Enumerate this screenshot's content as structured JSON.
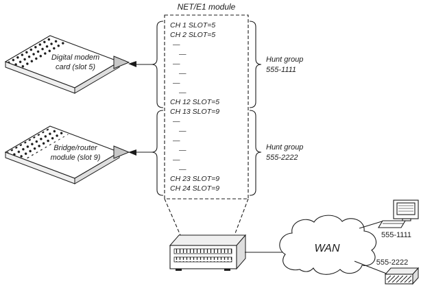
{
  "palette": {
    "ink": "#1a1a1a",
    "paper": "#ffffff"
  },
  "title": "NET/E1 module",
  "module_box": {
    "rows": [
      "CH 1 SLOT=5",
      "CH 2 SLOT=5",
      "—",
      "—",
      "—",
      "—",
      "—",
      "—",
      "CH 12 SLOT=5",
      "CH 13 SLOT=9",
      "—",
      "—",
      "—",
      "—",
      "—",
      "—",
      "CH 23 SLOT=9",
      "CH 24 SLOT=9"
    ]
  },
  "hunt_groups": [
    {
      "name": "Hunt group",
      "number": "555-1111"
    },
    {
      "name": "Hunt group",
      "number": "555-2222"
    }
  ],
  "cards": [
    {
      "line1": "Digital modem",
      "line2": "card (slot 5)"
    },
    {
      "line1": "Bridge/router",
      "line2": "module (slot 9)"
    }
  ],
  "wan": {
    "label": "WAN"
  },
  "endpoints": {
    "workstation": {
      "number": "555-1111"
    },
    "modem": {
      "number": "555-2222"
    }
  }
}
